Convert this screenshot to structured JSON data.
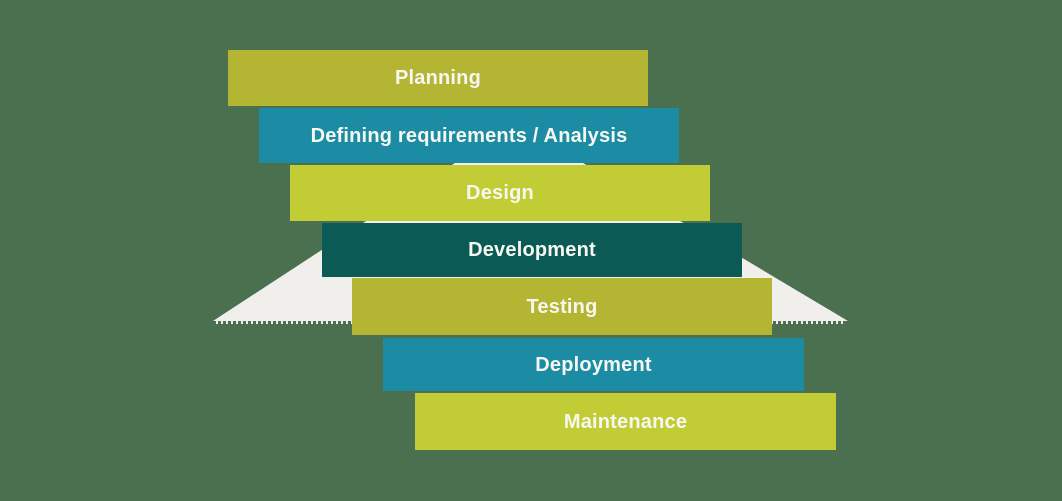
{
  "canvas": {
    "background_color": "#4a7050",
    "text_color": "#f7f7f2"
  },
  "triangle": {
    "name": "light-triangle-backdrop",
    "color": "#f0efec"
  },
  "palette": {
    "olive": "#b4b533",
    "teal": "#1b8ca4",
    "chartreuse": "#c2cc35",
    "dark_teal": "#0b5a55"
  },
  "stages": [
    {
      "label": "Planning",
      "color": "#b4b533"
    },
    {
      "label": "Defining requirements / Analysis",
      "color": "#1b8ca4"
    },
    {
      "label": "Design",
      "color": "#c2cc35"
    },
    {
      "label": "Development",
      "color": "#0b5a55"
    },
    {
      "label": "Testing",
      "color": "#b4b533"
    },
    {
      "label": "Deployment",
      "color": "#1b8ca4"
    },
    {
      "label": "Maintenance",
      "color": "#c2cc35"
    }
  ]
}
